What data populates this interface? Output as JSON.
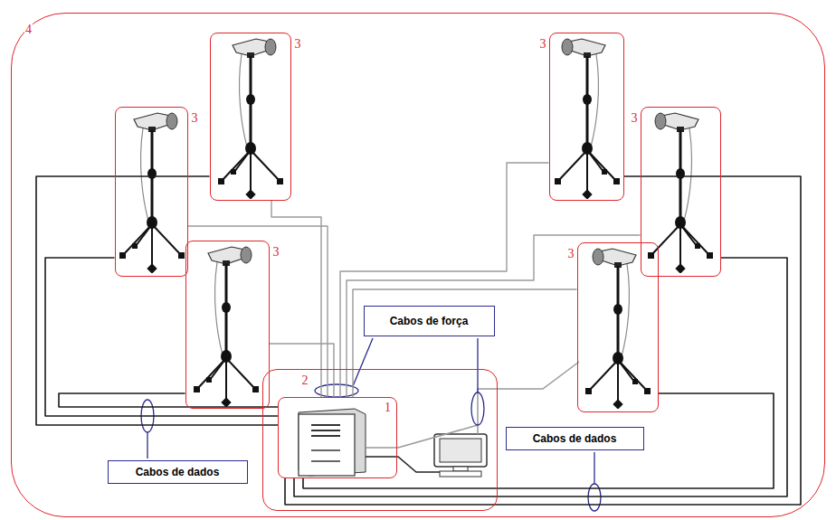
{
  "diagram": {
    "nodes": [
      {
        "text": [
          "4"
        ]
      },
      {
        "text": [
          "2"
        ],
        "in": 0
      },
      {
        "text": [
          "1"
        ],
        "in": 1
      },
      {
        "text": [
          "3"
        ],
        "in": 0
      },
      {
        "text": [
          "3"
        ],
        "in": 0
      },
      {
        "text": [
          "3"
        ],
        "in": 0
      },
      {
        "text": [
          "3"
        ],
        "in": 0
      },
      {
        "text": [
          "3"
        ],
        "in": 0
      },
      {
        "text": [
          "3"
        ],
        "in": 0
      },
      {
        "text": [
          "Cabos de força"
        ],
        "in": 0
      },
      {
        "text": [
          "Cabos de dados"
        ],
        "in": 0
      },
      {
        "text": [
          "Cabos de dados"
        ],
        "in": 0
      }
    ],
    "edges": [
      {
        "from": 3,
        "to": 2,
        "arrow": "none"
      },
      {
        "from": 4,
        "to": 2,
        "arrow": "none"
      },
      {
        "from": 5,
        "to": 2,
        "arrow": "none"
      },
      {
        "from": 6,
        "to": 2,
        "arrow": "none"
      },
      {
        "from": 7,
        "to": 2,
        "arrow": "none"
      },
      {
        "from": 8,
        "to": 2,
        "arrow": "none"
      }
    ]
  }
}
